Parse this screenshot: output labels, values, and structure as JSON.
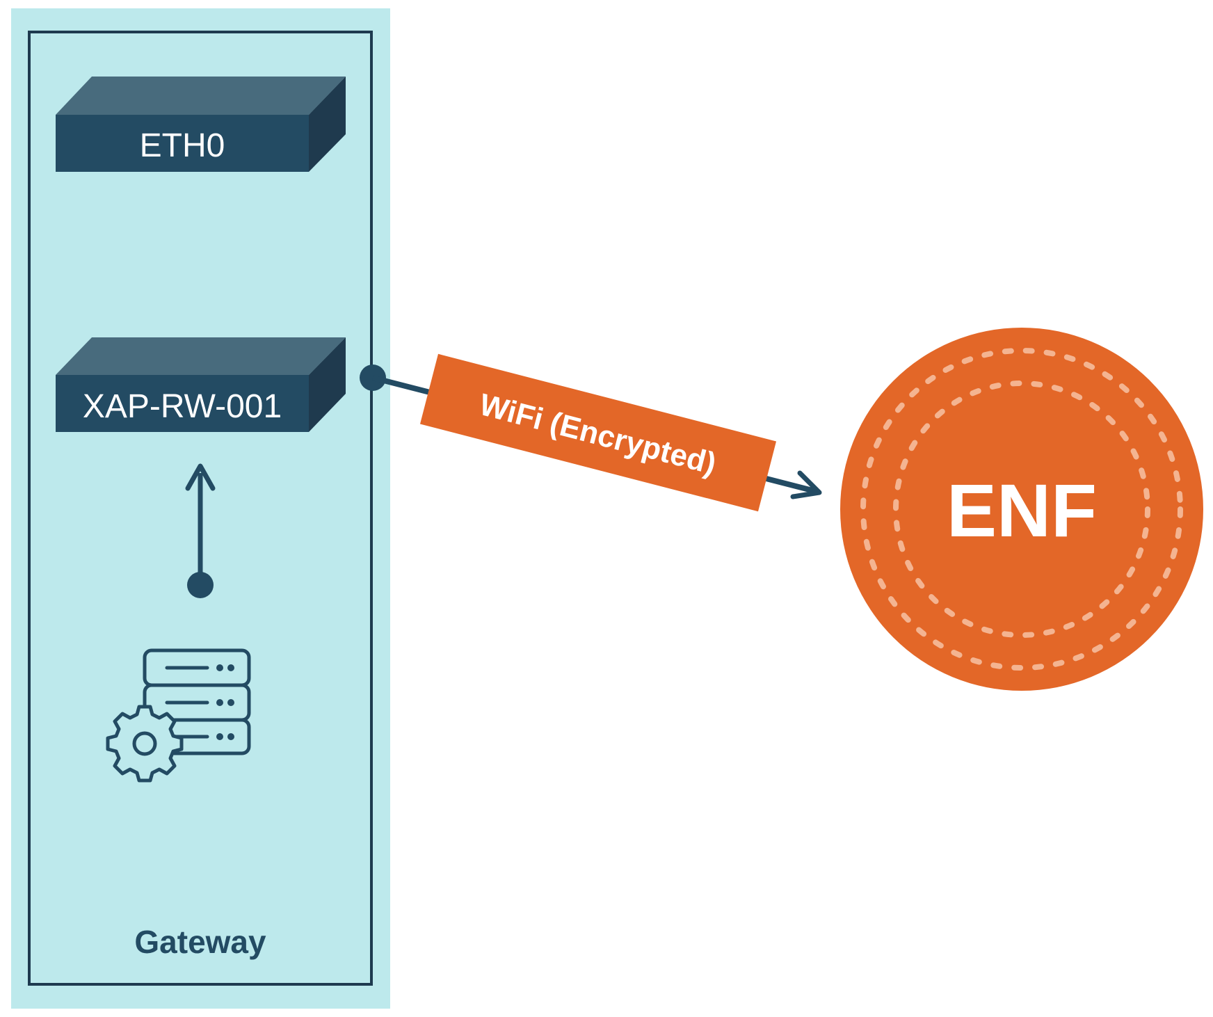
{
  "colors": {
    "gateway_fill": "#bde9ec",
    "gateway_border": "#1e3a4f",
    "device_front": "#234b63",
    "device_top": "#486b7d",
    "device_side": "#1f3a4e",
    "connector": "#234b63",
    "accent_orange": "#e36728",
    "dots_light": "#f4b491",
    "text_light": "#ffffff",
    "label_dark": "#234b63"
  },
  "gateway": {
    "label": "Gateway"
  },
  "devices": {
    "eth0": {
      "label": "ETH0"
    },
    "xap": {
      "label": "XAP-RW-001"
    }
  },
  "link": {
    "label": "WiFi (Encrypted)"
  },
  "node": {
    "label": "ENF"
  },
  "icons": {
    "server": "server-gear-icon"
  }
}
